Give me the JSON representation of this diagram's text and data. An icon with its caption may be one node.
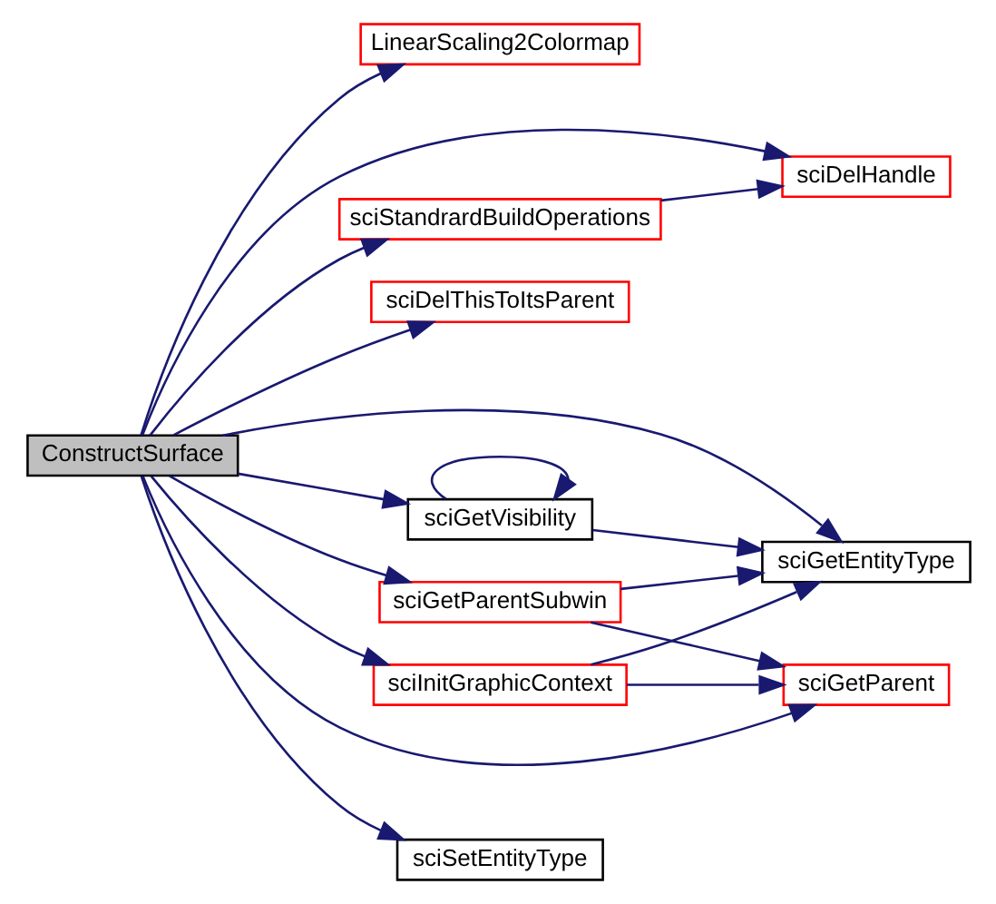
{
  "diagram": {
    "nodes": [
      {
        "text": [
          "ConstructSurface"
        ]
      },
      {
        "text": [
          "LinearScaling2Colormap"
        ]
      },
      {
        "text": [
          "sciDelHandle"
        ]
      },
      {
        "text": [
          "sciStandrardBuildOperations"
        ]
      },
      {
        "text": [
          "sciDelThisToItsParent"
        ]
      },
      {
        "text": [
          "sciGetVisibility"
        ]
      },
      {
        "text": [
          "sciGetEntityType"
        ]
      },
      {
        "text": [
          "sciGetParentSubwin"
        ]
      },
      {
        "text": [
          "sciInitGraphicContext"
        ]
      },
      {
        "text": [
          "sciGetParent"
        ]
      },
      {
        "text": [
          "sciSetEntityType"
        ]
      }
    ],
    "edges": [
      {
        "from": 0,
        "to": 1,
        "arrow": "to"
      },
      {
        "from": 0,
        "to": 2,
        "arrow": "to"
      },
      {
        "from": 0,
        "to": 3,
        "arrow": "to"
      },
      {
        "from": 3,
        "to": 2,
        "arrow": "to"
      },
      {
        "from": 0,
        "to": 4,
        "arrow": "to"
      },
      {
        "from": 0,
        "to": 6,
        "arrow": "to"
      },
      {
        "from": 0,
        "to": 5,
        "arrow": "to"
      },
      {
        "from": 5,
        "to": 5,
        "arrow": "to"
      },
      {
        "from": 5,
        "to": 6,
        "arrow": "to"
      },
      {
        "from": 0,
        "to": 7,
        "arrow": "to"
      },
      {
        "from": 7,
        "to": 6,
        "arrow": "to"
      },
      {
        "from": 7,
        "to": 9,
        "arrow": "to"
      },
      {
        "from": 0,
        "to": 8,
        "arrow": "to"
      },
      {
        "from": 8,
        "to": 6,
        "arrow": "to"
      },
      {
        "from": 8,
        "to": 9,
        "arrow": "to"
      },
      {
        "from": 0,
        "to": 9,
        "arrow": "to"
      },
      {
        "from": 0,
        "to": 10,
        "arrow": "to"
      }
    ]
  }
}
